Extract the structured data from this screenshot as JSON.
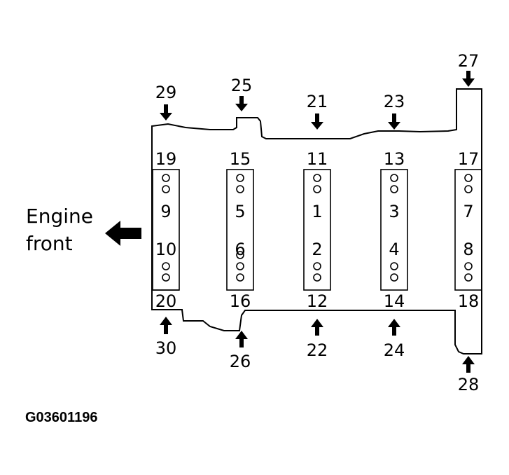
{
  "engine_front": {
    "line1": "Engine",
    "line2": "front"
  },
  "figure_id": "G03601196",
  "caps": [
    {
      "top": "19",
      "upper": "9",
      "lower": "10",
      "bottom": "20",
      "arrow_top": "29",
      "arrow_bottom": "30"
    },
    {
      "top": "15",
      "upper": "5",
      "lower": "6",
      "bottom": "16",
      "arrow_top": "25",
      "arrow_bottom": "26"
    },
    {
      "top": "11",
      "upper": "1",
      "lower": "2",
      "bottom": "12",
      "arrow_top": "21",
      "arrow_bottom": "22"
    },
    {
      "top": "13",
      "upper": "3",
      "lower": "4",
      "bottom": "14",
      "arrow_top": "23",
      "arrow_bottom": "24"
    },
    {
      "top": "17",
      "upper": "7",
      "lower": "8",
      "bottom": "18",
      "arrow_top": "27",
      "arrow_bottom": "28"
    }
  ]
}
